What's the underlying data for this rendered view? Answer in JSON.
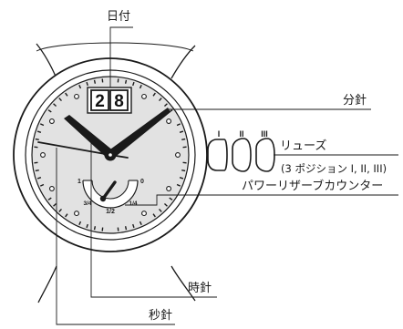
{
  "labels": {
    "date": "日付",
    "minute_hand": "分針",
    "crown": "リューズ",
    "crown_positions": "(3 ポジション I, II, III)",
    "power_reserve": "パワーリザーブカウンター",
    "hour_hand": "時針",
    "second_hand": "秒針"
  },
  "date_window": {
    "digit1": "2",
    "digit2": "8"
  },
  "power_reserve_scale": {
    "left": "1",
    "quarter3": "3/4",
    "half": "1/2",
    "quarter1": "1/4",
    "right": "0"
  },
  "crown_positions": [
    "I",
    "II",
    "III"
  ],
  "colors": {
    "line": "#1a1a1a",
    "dial": "#e2e2e2",
    "bezel": "#ffffff",
    "background": "#ffffff"
  }
}
